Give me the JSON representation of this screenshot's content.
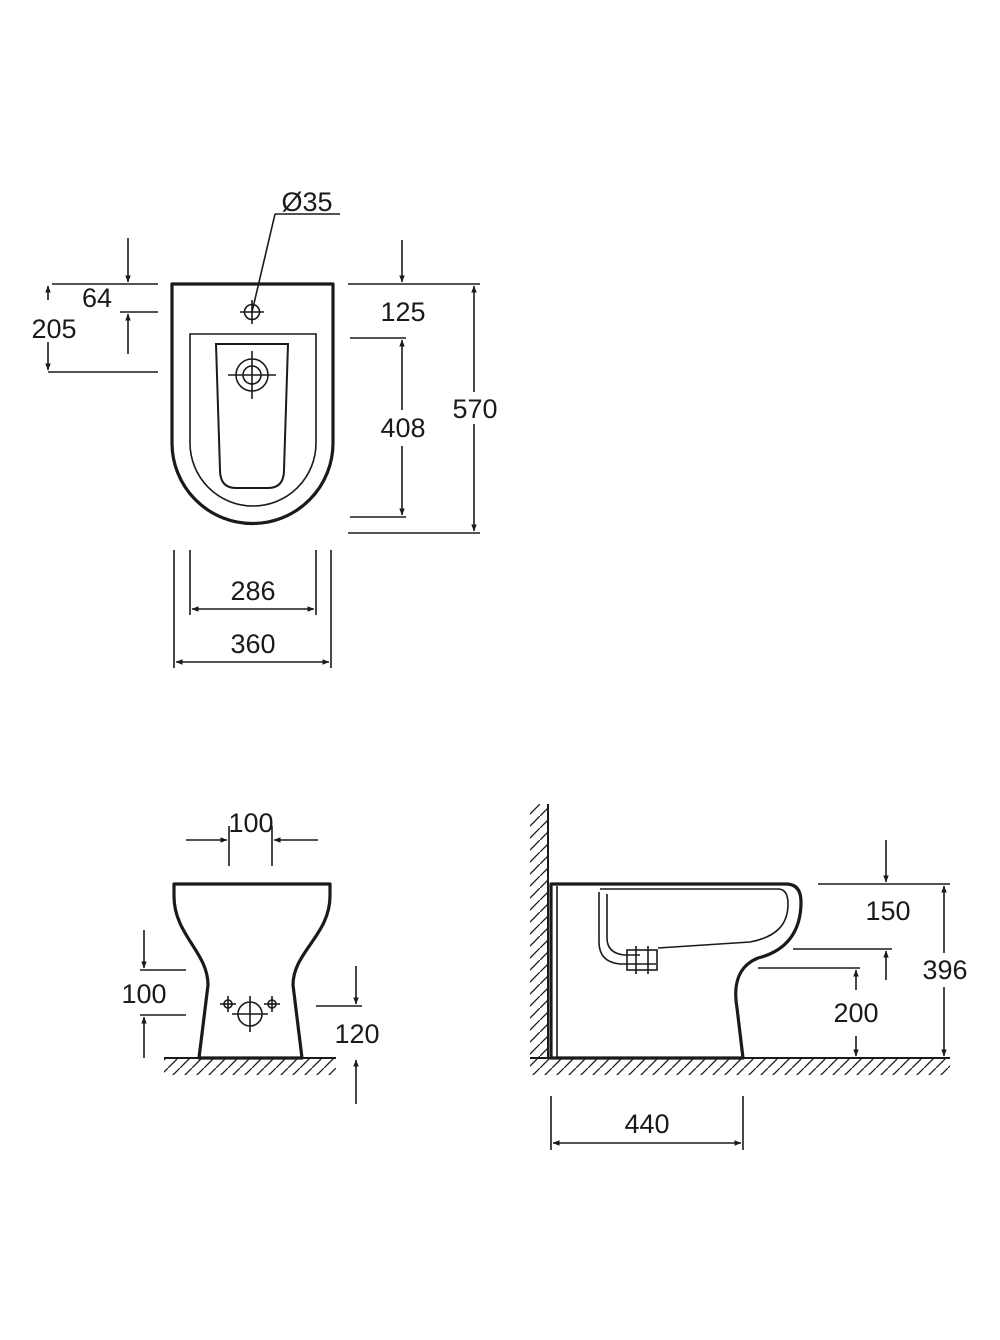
{
  "colors": {
    "ink": "#1a1a1a",
    "background": "#ffffff"
  },
  "top_view": {
    "hole_diameter": "Ø35",
    "dim_64": "64",
    "dim_205": "205",
    "dim_125": "125",
    "dim_408": "408",
    "dim_570": "570",
    "dim_286": "286",
    "dim_360": "360"
  },
  "front_view": {
    "dim_100_top": "100",
    "dim_100_side": "100",
    "dim_120": "120"
  },
  "side_view": {
    "dim_150": "150",
    "dim_396": "396",
    "dim_200": "200",
    "dim_440": "440"
  }
}
